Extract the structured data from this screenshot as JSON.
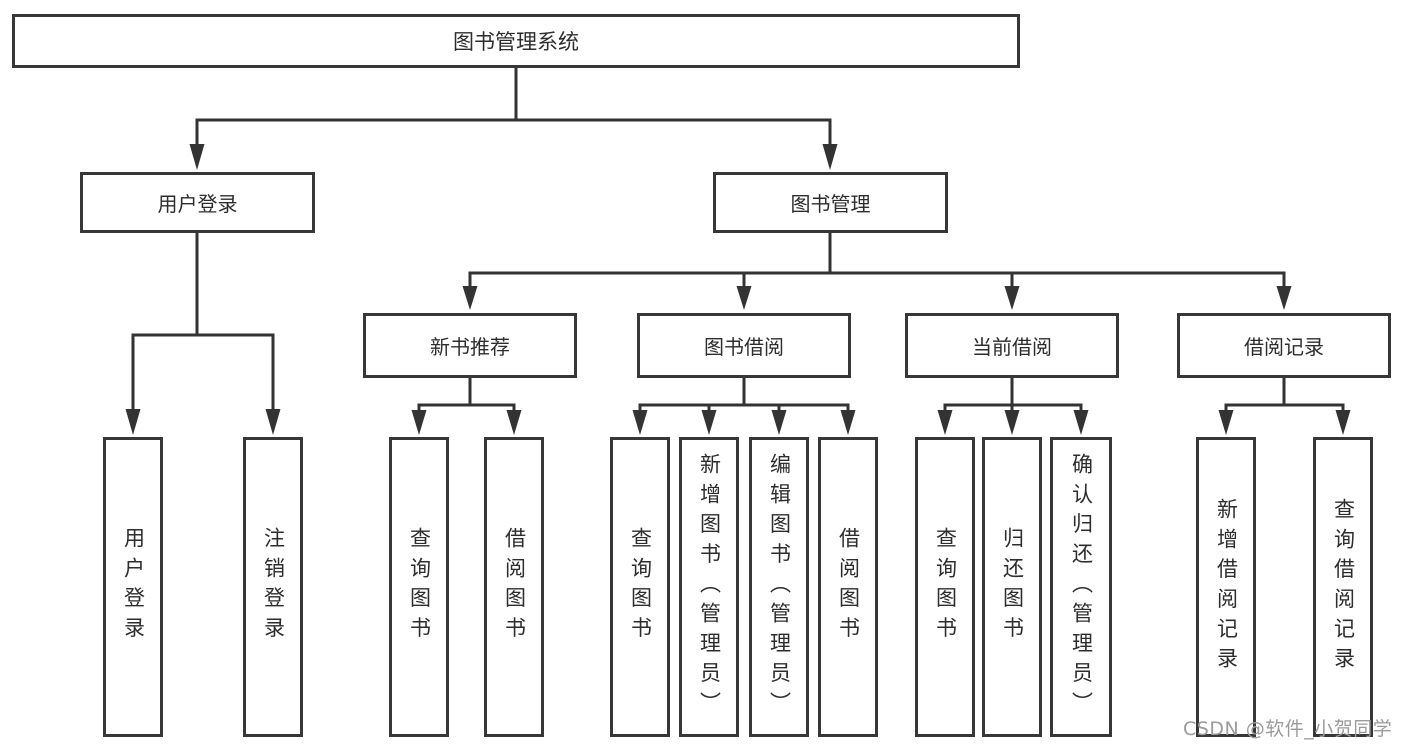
{
  "title": "图书管理系统",
  "watermark": "CSDN @软件_小贺同学",
  "colors": {
    "line": "#333333",
    "box_border": "#373737",
    "text": "#2d2d2d",
    "background": "#ffffff",
    "watermark": "#9b9b9b"
  },
  "tree": {
    "root": "图书管理系统",
    "branches": [
      {
        "label": "用户登录",
        "children": [
          "用户登录",
          "注销登录"
        ]
      },
      {
        "label": "图书管理",
        "groups": [
          {
            "label": "新书推荐",
            "children": [
              "查询图书",
              "借阅图书"
            ]
          },
          {
            "label": "图书借阅",
            "children": [
              "查询图书",
              "新增图书（管理员）",
              "编辑图书（管理员）",
              "借阅图书"
            ]
          },
          {
            "label": "当前借阅",
            "children": [
              "查询图书",
              "归还图书",
              "确认归还（管理员）"
            ]
          },
          {
            "label": "借阅记录",
            "children": [
              "新增借阅记录",
              "查询借阅记录"
            ]
          }
        ]
      }
    ]
  }
}
